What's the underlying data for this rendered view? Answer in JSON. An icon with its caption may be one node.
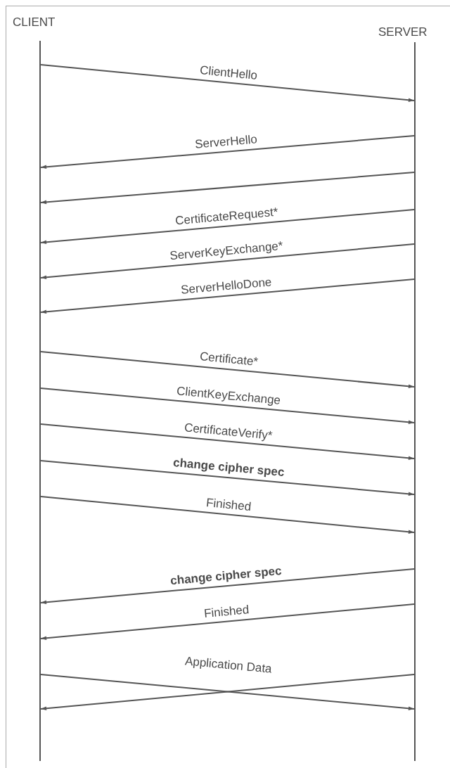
{
  "diagram": {
    "nodes": [
      {
        "text": [
          "CLIENT"
        ]
      },
      {
        "text": [
          "SERVER"
        ]
      },
      {
        "text": [],
        "shape": "bar"
      },
      {
        "text": [],
        "shape": "bar"
      }
    ],
    "edges": [
      {
        "from": 2,
        "to": 3,
        "arrow": "to",
        "label": "ClientHello"
      },
      {
        "from": 3,
        "to": 2,
        "arrow": "to",
        "label": "ServerHello"
      },
      {
        "from": 3,
        "to": 2,
        "arrow": "to"
      },
      {
        "from": 3,
        "to": 2,
        "arrow": "to",
        "label": "CertificateRequest*"
      },
      {
        "from": 3,
        "to": 2,
        "arrow": "to",
        "label": "ServerKeyExchange*"
      },
      {
        "from": 3,
        "to": 2,
        "arrow": "to",
        "label": "ServerHelloDone"
      },
      {
        "from": 2,
        "to": 3,
        "arrow": "to",
        "label": "Certificate*"
      },
      {
        "from": 2,
        "to": 3,
        "arrow": "to",
        "label": "ClientKeyExchange"
      },
      {
        "from": 2,
        "to": 3,
        "arrow": "to",
        "label": "CertificateVerify*"
      },
      {
        "from": 2,
        "to": 3,
        "arrow": "to",
        "label": "change cipher spec"
      },
      {
        "from": 2,
        "to": 3,
        "arrow": "to",
        "label": "Finished"
      },
      {
        "from": 3,
        "to": 2,
        "arrow": "to",
        "label": "change cipher spec"
      },
      {
        "from": 3,
        "to": 2,
        "arrow": "to",
        "label": "Finished"
      },
      {
        "from": 2,
        "to": 3,
        "arrow": "to",
        "label": "Application Data"
      },
      {
        "from": 3,
        "to": 2,
        "arrow": "to"
      }
    ]
  }
}
